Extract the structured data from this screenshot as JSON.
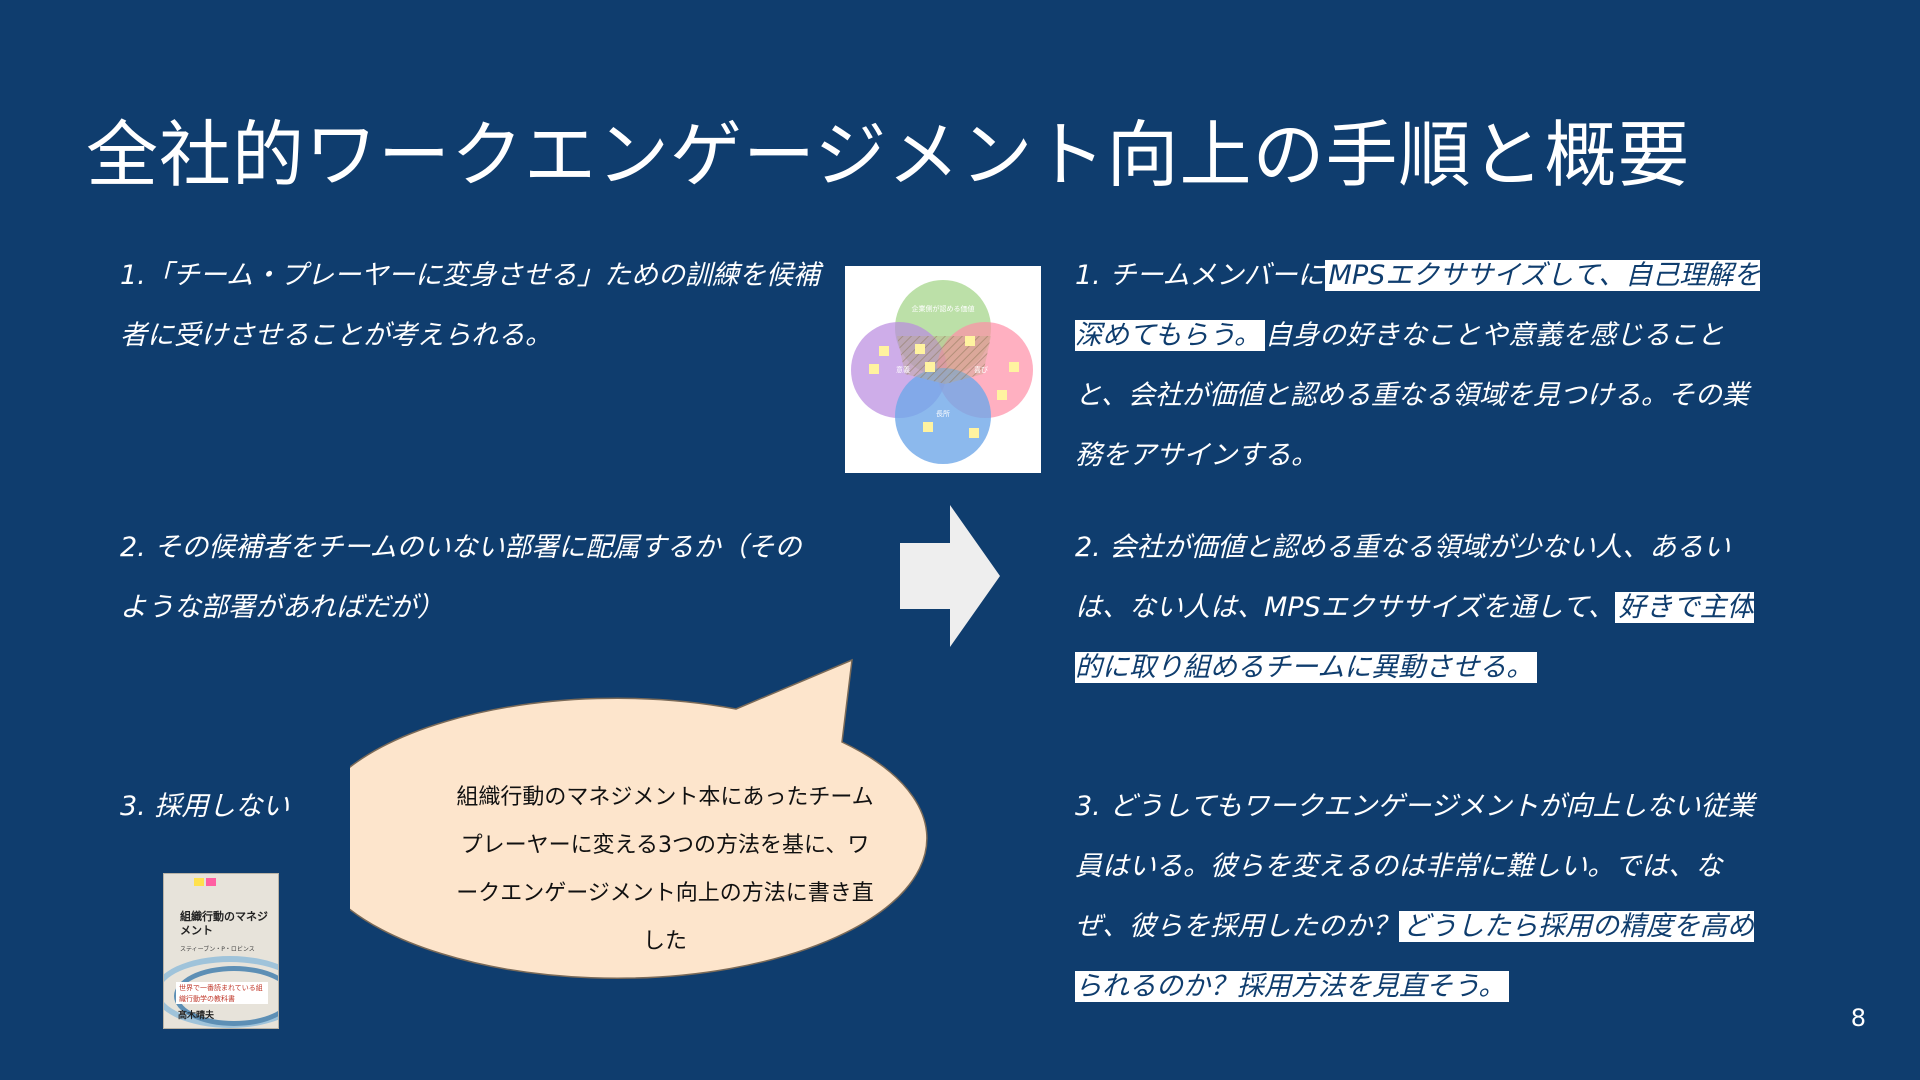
{
  "slide": {
    "title": "全社的ワークエンゲージメント向上の手順と概要",
    "page_number": "8"
  },
  "left": {
    "item1": "1.「チーム・プレーヤーに変身させる」ための訓練を候補者に受けさせることが考えられる。",
    "item2": "2. その候補者をチームのいない部署に配属するか（そのような部署があればだが）",
    "item3": "3. 採用しない"
  },
  "right": {
    "item1": {
      "pre": "1. チームメンバーに",
      "hl": "MPSエクササイズして、自己理解を深めてもらう。",
      "post": "自身の好きなことや意義を感じることと、会社が価値と認める重なる領域を見つける。その業務をアサインする。"
    },
    "item2": {
      "pre": "2. 会社が価値と認める重なる領域が少ない人、あるいは、ない人は、MPSエクササイズを通して、",
      "hl": "好きで主体的に取り組めるチームに異動させる。"
    },
    "item3": {
      "pre": "3. どうしてもワークエンゲージメントが向上しない従業員はいる。彼らを変えるのは非常に難しい。では、なぜ、彼らを採用したのか？",
      "hl": "どうしたら採用の精度を高められるのか？採用方法を見直そう。"
    }
  },
  "callout": {
    "text": "組織行動のマネジメント本にあったチームプレーヤーに変える3つの方法を基に、ワークエンゲージメント向上の方法に書き直した"
  },
  "venn": {
    "label_top": "企業側が認める価値",
    "label_left": "意義",
    "label_right": "喜び",
    "label_bottom": "長所"
  },
  "book": {
    "title": "組織行動のマネジメント",
    "subtitle": "スティーブン・P・ロビンス",
    "band": "世界で一番読まれている組織行動学の教科書",
    "author": "髙木晴夫"
  },
  "colors": {
    "background": "#0f3d6e",
    "highlight_bg": "#ffffff",
    "callout_fill": "#fde5cc",
    "arrow_fill": "#eeeeee"
  }
}
